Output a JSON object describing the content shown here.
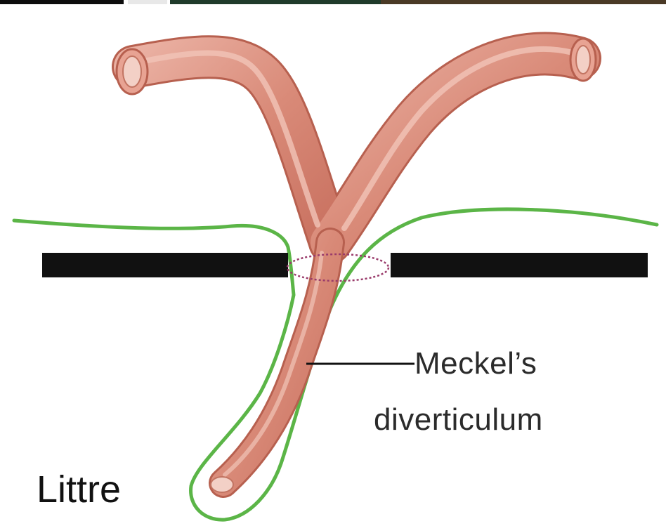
{
  "diagram": {
    "label_meckel_line1": "Meckel’s",
    "label_meckel_line2": "diverticulum",
    "caption": "Littre"
  },
  "colors": {
    "bowel_fill": "#d98a78",
    "bowel_highlight": "#eab0a2",
    "bowel_edge": "#b7604f",
    "sac_outline": "#5bb547",
    "abdominal_wall": "#111111",
    "ring_dashes": "#9a3b6b",
    "label_text": "#2b2b2b"
  }
}
